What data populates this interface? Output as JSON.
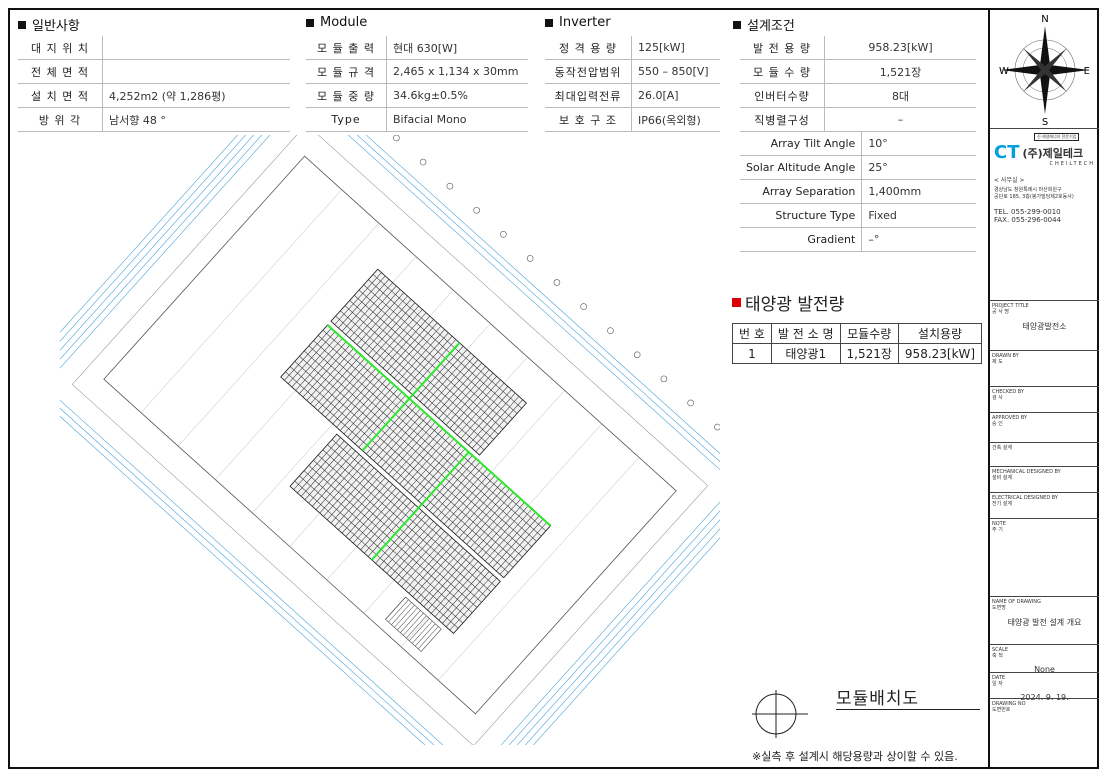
{
  "general": {
    "title": "일반사항",
    "rows": [
      {
        "k": "대 지 위 치",
        "v": ""
      },
      {
        "k": "전 체 면 적",
        "v": ""
      },
      {
        "k": "설 치 면 적",
        "v": "4,252m2 (약 1,286평)"
      },
      {
        "k": "방 위 각",
        "v": "남서향 48 °"
      }
    ]
  },
  "module": {
    "title": "Module",
    "rows": [
      {
        "k": "모 듈 출 력",
        "v": "현대 630[W]"
      },
      {
        "k": "모 듈 규 격",
        "v": "2,465 x 1,134 x 30mm"
      },
      {
        "k": "모 듈 중 량",
        "v": "34.6kg±0.5%"
      },
      {
        "k": "Type",
        "v": "Bifacial Mono"
      }
    ]
  },
  "inverter": {
    "title": "Inverter",
    "rows": [
      {
        "k": "정 격 용 량",
        "v": "125[kW]"
      },
      {
        "k": "동작전압범위",
        "v": "550 – 850[V]"
      },
      {
        "k": "최대입력전류",
        "v": "26.0[A]"
      },
      {
        "k": "보 호 구 조",
        "v": "IP66(옥외형)"
      }
    ]
  },
  "design": {
    "title": "설계조건",
    "rows": [
      {
        "k": "발 전 용 량",
        "v": "958.23[kW]"
      },
      {
        "k": "모 듈 수 량",
        "v": "1,521장"
      },
      {
        "k": "인버터수량",
        "v": "8대"
      },
      {
        "k": "직병렬구성",
        "v": "–"
      }
    ],
    "rows2": [
      {
        "k": "Array Tilt Angle",
        "v": "10°"
      },
      {
        "k": "Solar Altitude Angle",
        "v": "25°"
      },
      {
        "k": "Array Separation",
        "v": "1,400mm"
      },
      {
        "k": "Structure Type",
        "v": "Fixed"
      },
      {
        "k": "Gradient",
        "v": "–°"
      }
    ]
  },
  "generation": {
    "title": "태양광 발전량",
    "headers": [
      "번 호",
      "발 전 소 명",
      "모듈수량",
      "설치용량"
    ],
    "rows": [
      [
        "1",
        "태양광1",
        "1,521장",
        "958.23[kW]"
      ]
    ]
  },
  "compass": {
    "n": "N",
    "s": "S",
    "e": "E",
    "w": "W"
  },
  "company": {
    "badge": "신·재생에너지 전문기업",
    "logo": "CT",
    "name": "(주)제일테크",
    "eng": "CHEILTECH",
    "office_label": "< 사무실 >",
    "address1": "경상남도 창원특례시 마산회원구",
    "address2": "공단로 185, 3층(봉가밀딩제2호동사)",
    "tel": "TEL. 055-299-0010",
    "fax": "FAX. 055-296-0044"
  },
  "titleblock": [
    {
      "lab": "PROJECT TITLE\n공 사 명",
      "val": "태양광발전소"
    },
    {
      "lab": "DRAWN BY\n제 도",
      "val": ""
    },
    {
      "lab": "CHECKED BY\n검 사",
      "val": ""
    },
    {
      "lab": "APPROVED BY\n승 인",
      "val": ""
    },
    {
      "lab": "건축 설계",
      "val": ""
    },
    {
      "lab": "MECHANICAL DESIGNED BY\n설비 설계",
      "val": ""
    },
    {
      "lab": "ELECTRICAL DESIGNED BY\n전기 설계",
      "val": ""
    },
    {
      "lab": "NOTE\n주 기",
      "val": ""
    },
    {
      "lab": "NAME OF DRAWING\n도면명",
      "val": "태양광 발전 설계 개요"
    },
    {
      "lab": "SCALE\n축 척",
      "val": "None"
    },
    {
      "lab": "DATE\n일 자",
      "val": "2024. 9. 19."
    },
    {
      "lab": "DRAWING NO\n도면번호",
      "val": ""
    }
  ],
  "drawing_title": "모듈배치도",
  "note": "※실측 후 설계시 해당용량과 상이할 수 있음.",
  "colors": {
    "dim": "#4aa3d8",
    "module": "#222222",
    "string": "#2ee62e",
    "red": "#dd0000",
    "logo": "#00a0e0"
  }
}
